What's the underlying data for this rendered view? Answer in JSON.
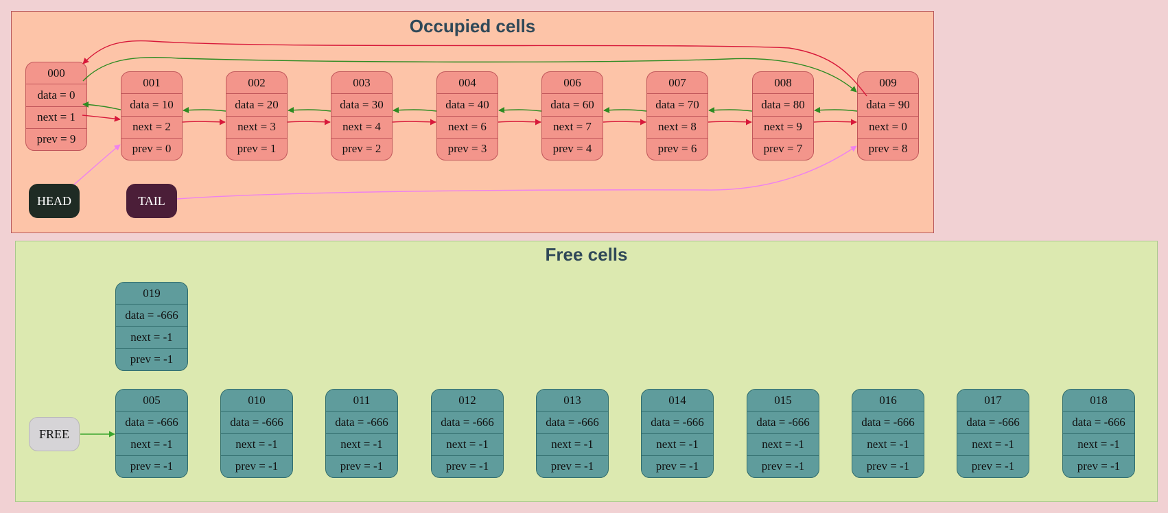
{
  "occupied": {
    "title": "Occupied cells",
    "cells": [
      {
        "id": "000",
        "data": "data = 0",
        "next": "next = 1",
        "prev": "prev = 9"
      },
      {
        "id": "001",
        "data": "data = 10",
        "next": "next = 2",
        "prev": "prev = 0"
      },
      {
        "id": "002",
        "data": "data = 20",
        "next": "next = 3",
        "prev": "prev = 1"
      },
      {
        "id": "003",
        "data": "data = 30",
        "next": "next = 4",
        "prev": "prev = 2"
      },
      {
        "id": "004",
        "data": "data = 40",
        "next": "next = 6",
        "prev": "prev = 3"
      },
      {
        "id": "006",
        "data": "data = 60",
        "next": "next = 7",
        "prev": "prev = 4"
      },
      {
        "id": "007",
        "data": "data = 70",
        "next": "next = 8",
        "prev": "prev = 6"
      },
      {
        "id": "008",
        "data": "data = 80",
        "next": "next = 9",
        "prev": "prev = 7"
      },
      {
        "id": "009",
        "data": "data = 90",
        "next": "next = 0",
        "prev": "prev = 8"
      }
    ]
  },
  "free": {
    "title": "Free cells",
    "cells": [
      {
        "id": "019",
        "data": "data = -666",
        "next": "next = -1",
        "prev": "prev = -1"
      },
      {
        "id": "005",
        "data": "data = -666",
        "next": "next = -1",
        "prev": "prev = -1"
      },
      {
        "id": "010",
        "data": "data = -666",
        "next": "next = -1",
        "prev": "prev = -1"
      },
      {
        "id": "011",
        "data": "data = -666",
        "next": "next = -1",
        "prev": "prev = -1"
      },
      {
        "id": "012",
        "data": "data = -666",
        "next": "next = -1",
        "prev": "prev = -1"
      },
      {
        "id": "013",
        "data": "data = -666",
        "next": "next = -1",
        "prev": "prev = -1"
      },
      {
        "id": "014",
        "data": "data = -666",
        "next": "next = -1",
        "prev": "prev = -1"
      },
      {
        "id": "015",
        "data": "data = -666",
        "next": "next = -1",
        "prev": "prev = -1"
      },
      {
        "id": "016",
        "data": "data = -666",
        "next": "next = -1",
        "prev": "prev = -1"
      },
      {
        "id": "017",
        "data": "data = -666",
        "next": "next = -1",
        "prev": "prev = -1"
      },
      {
        "id": "018",
        "data": "data = -666",
        "next": "next = -1",
        "prev": "prev = -1"
      }
    ]
  },
  "markers": {
    "head": "HEAD",
    "tail": "TAIL",
    "free": "FREE"
  },
  "colors": {
    "next_edge": "#d7193a",
    "prev_edge": "#2e8b22",
    "pointer_edge": "#ee82ee",
    "free_edge": "#3aa52e",
    "occupied_cell": "#f3958b",
    "free_cell": "#5f9c9c"
  }
}
